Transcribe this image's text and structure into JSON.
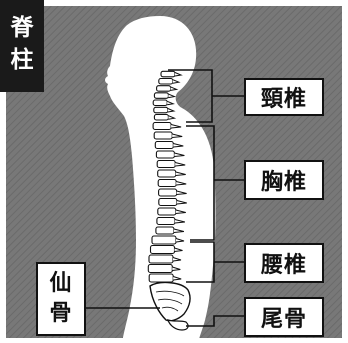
{
  "title": {
    "line1": "脊",
    "line2": "柱"
  },
  "labels": {
    "cervical": "頸椎",
    "thoracic": "胸椎",
    "lumbar": "腰椎",
    "coccyx": "尾骨",
    "sacrum_line1": "仙",
    "sacrum_line2": "骨"
  },
  "colors": {
    "background": "#6b6b6b",
    "silhouette": "#ffffff",
    "title_bg": "#1a1a1a",
    "bone_fill": "#ffffff",
    "bone_stroke": "#111111"
  },
  "icons": [
    "spine-illustration",
    "human-silhouette"
  ]
}
